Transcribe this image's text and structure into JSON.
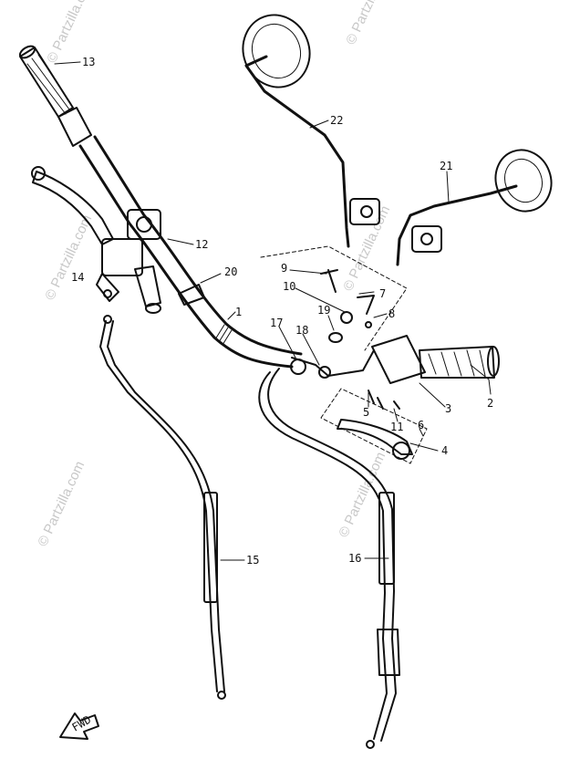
{
  "callouts": [
    {
      "id": "13",
      "text": "13"
    },
    {
      "id": "22",
      "text": "22"
    },
    {
      "id": "21",
      "text": "21"
    },
    {
      "id": "12",
      "text": "12"
    },
    {
      "id": "20",
      "text": "20"
    },
    {
      "id": "1",
      "text": "1"
    },
    {
      "id": "9",
      "text": "9"
    },
    {
      "id": "10",
      "text": "10"
    },
    {
      "id": "7",
      "text": "7"
    },
    {
      "id": "8",
      "text": "8"
    },
    {
      "id": "19",
      "text": "19"
    },
    {
      "id": "17",
      "text": "17"
    },
    {
      "id": "18",
      "text": "18"
    },
    {
      "id": "3",
      "text": "3"
    },
    {
      "id": "2",
      "text": "2"
    },
    {
      "id": "5",
      "text": "5"
    },
    {
      "id": "11",
      "text": "11"
    },
    {
      "id": "6",
      "text": "6"
    },
    {
      "id": "4",
      "text": "4"
    },
    {
      "id": "15",
      "text": "15"
    },
    {
      "id": "16",
      "text": "16"
    },
    {
      "id": "14",
      "text": "14"
    }
  ],
  "watermark": "© Partzilla.com",
  "fwd_label": "FWD"
}
